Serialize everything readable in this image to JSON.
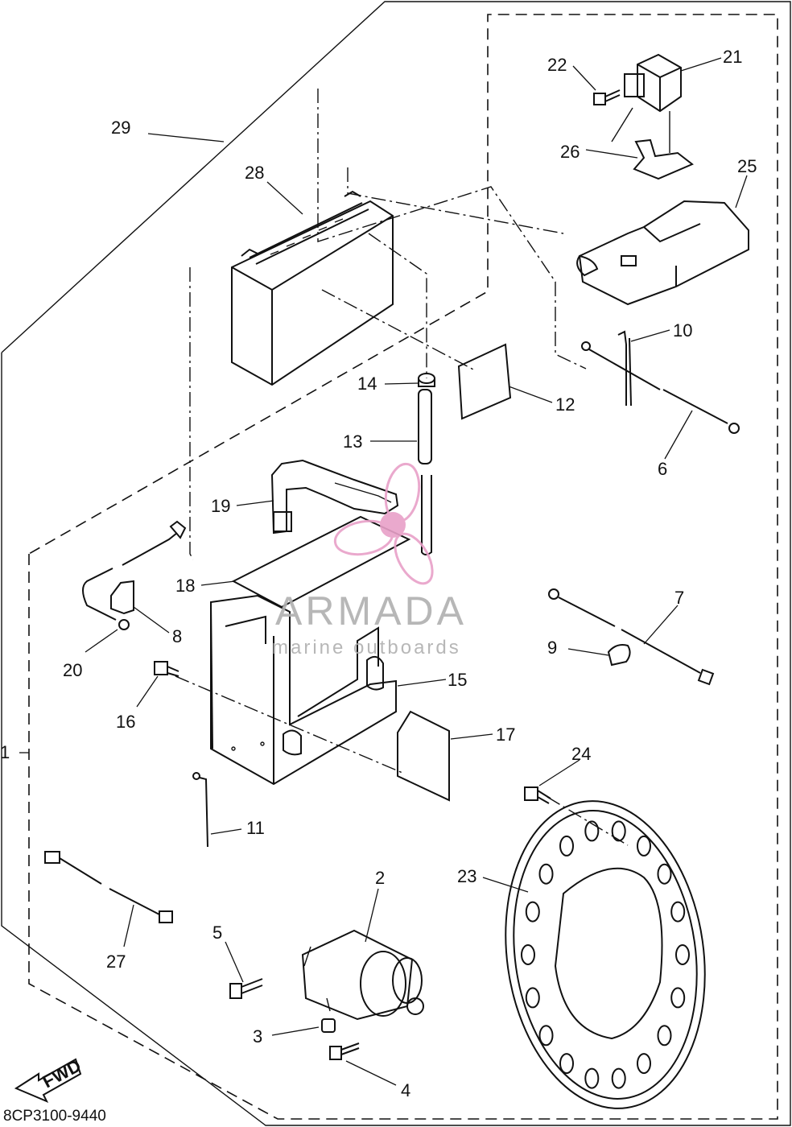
{
  "diagram": {
    "callouts": [
      {
        "id": "1",
        "text": "1"
      },
      {
        "id": "2",
        "text": "2"
      },
      {
        "id": "3",
        "text": "3"
      },
      {
        "id": "4",
        "text": "4"
      },
      {
        "id": "5",
        "text": "5"
      },
      {
        "id": "6",
        "text": "6"
      },
      {
        "id": "7",
        "text": "7"
      },
      {
        "id": "8",
        "text": "8"
      },
      {
        "id": "9",
        "text": "9"
      },
      {
        "id": "10",
        "text": "10"
      },
      {
        "id": "11",
        "text": "11"
      },
      {
        "id": "12",
        "text": "12"
      },
      {
        "id": "13",
        "text": "13"
      },
      {
        "id": "14",
        "text": "14"
      },
      {
        "id": "15",
        "text": "15"
      },
      {
        "id": "16",
        "text": "16"
      },
      {
        "id": "17",
        "text": "17"
      },
      {
        "id": "18",
        "text": "18"
      },
      {
        "id": "19",
        "text": "19"
      },
      {
        "id": "20",
        "text": "20"
      },
      {
        "id": "21",
        "text": "21"
      },
      {
        "id": "22",
        "text": "22"
      },
      {
        "id": "23",
        "text": "23"
      },
      {
        "id": "24",
        "text": "24"
      },
      {
        "id": "25",
        "text": "25"
      },
      {
        "id": "26",
        "text": "26"
      },
      {
        "id": "27",
        "text": "27"
      },
      {
        "id": "28",
        "text": "28"
      },
      {
        "id": "29",
        "text": "29"
      }
    ],
    "direction_arrow": "FWD",
    "drawing_code": "8CP3100-9440"
  },
  "watermark": {
    "brand": "ARMADA",
    "tagline": "marine outboards",
    "color": "#e8a0c8",
    "text_color": "#b0b0b0"
  }
}
